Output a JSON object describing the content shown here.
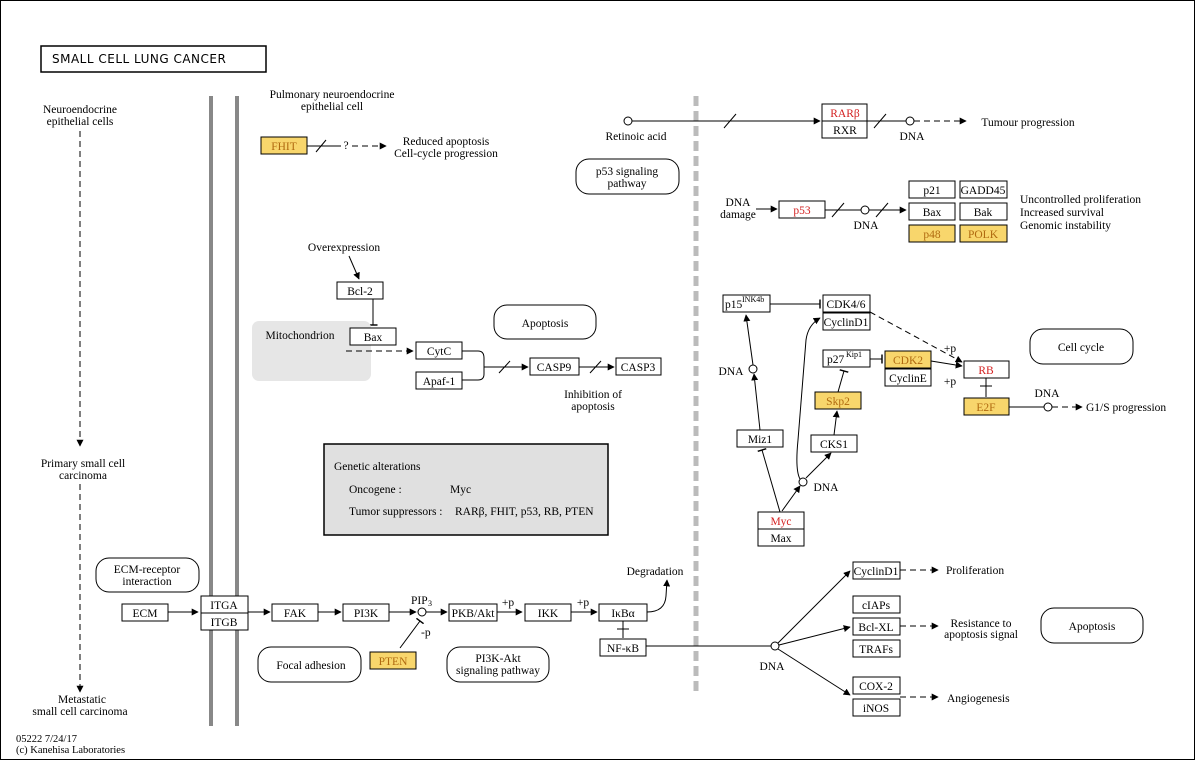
{
  "title": "SMALL CELL LUNG CANCER",
  "footer": {
    "line1": "05222 7/24/17",
    "line2": "(c) Kanehisa Laboratories"
  },
  "stages": {
    "neuro": [
      "Neuroendocrine",
      "epithelial cells"
    ],
    "primary": [
      "Primary small cell",
      "carcinoma"
    ],
    "metastatic": [
      "Metastatic",
      "small cell carcinoma"
    ]
  },
  "labels": {
    "pulmonary": [
      "Pulmonary neuroendocrine",
      "epithelial cell"
    ],
    "reduced": [
      "Reduced apoptosis",
      "Cell-cycle progression"
    ],
    "question": "?",
    "overexpression": "Overexpression",
    "mitochondrion": "Mitochondrion",
    "inhibition": [
      "Inhibition of",
      "apoptosis"
    ],
    "retinoic": "Retinoic acid",
    "tumour": "Tumour progression",
    "dna": "DNA",
    "dna_damage": [
      "DNA",
      "damage"
    ],
    "uncontrolled": [
      "Uncontrolled proliferation",
      "Increased survival",
      "Genomic instability"
    ],
    "degradation": "Degradation",
    "proliferation": "Proliferation",
    "resistance": [
      "Resistance to",
      "apoptosis signal"
    ],
    "angiogenesis": "Angiogenesis",
    "g1s": "G1/S progression",
    "pip3": "PIP",
    "pip3_sub": "3",
    "plus_p": "+p",
    "minus_p": "-p"
  },
  "pathways": {
    "p53": [
      "p53 signaling",
      "pathway"
    ],
    "apoptosis1": "Apoptosis",
    "cellcycle": "Cell cycle",
    "ecm": [
      "ECM-receptor",
      "interaction"
    ],
    "focal": "Focal adhesion",
    "pi3k": [
      "PI3K-Akt",
      "signaling pathway"
    ],
    "apoptosis2": "Apoptosis"
  },
  "genes": {
    "fhit": "FHIT",
    "bcl2": "Bcl-2",
    "bax1": "Bax",
    "cytc": "CytC",
    "apaf1": "Apaf-1",
    "casp9": "CASP9",
    "casp3": "CASP3",
    "rarb": "RARβ",
    "rxr": "RXR",
    "p53": "p53",
    "p21": "p21",
    "gadd45": "GADD45",
    "bax2": "Bax",
    "bak": "Bak",
    "p48": "p48",
    "polk": "POLK",
    "p15": "p15",
    "p15_sup": "INK4b",
    "cdk46": "CDK4/6",
    "cyclind1a": "CyclinD1",
    "p27": "p27",
    "p27_sup": "Kip1",
    "cdk2": "CDK2",
    "cycline": "CyclinE",
    "skp2": "Skp2",
    "rb": "RB",
    "e2f": "E2F",
    "miz1": "Miz1",
    "cks1": "CKS1",
    "myc": "Myc",
    "max": "Max",
    "ecm": "ECM",
    "itga": "ITGA",
    "itgb": "ITGB",
    "fak": "FAK",
    "pi3k": "PI3K",
    "pkbakt": "PKB/Akt",
    "ikk": "IKK",
    "ikba": "IκBα",
    "nfkb": "NF-κB",
    "pten": "PTEN",
    "cyclind1b": "CyclinD1",
    "ciaps": "cIAPs",
    "bclxl": "Bcl-XL",
    "trafs": "TRAFs",
    "cox2": "COX-2",
    "inos": "iNOS"
  },
  "genetic_box": {
    "title": "Genetic alterations",
    "oncogene_label": "Oncogene :",
    "oncogene_value": "Myc",
    "suppressor_label": "Tumor suppressors :",
    "suppressor_value": "RARβ, FHIT, p53, RB, PTEN"
  },
  "colors": {
    "highlight": "#f8d66c",
    "gene_red": "#d32020",
    "gene_orange": "#b06a10",
    "membrane": "#888888",
    "dashed_wall": "#bbbbbb",
    "mito": "#e6e6e6",
    "genetic_bg": "#e0e0e0"
  }
}
